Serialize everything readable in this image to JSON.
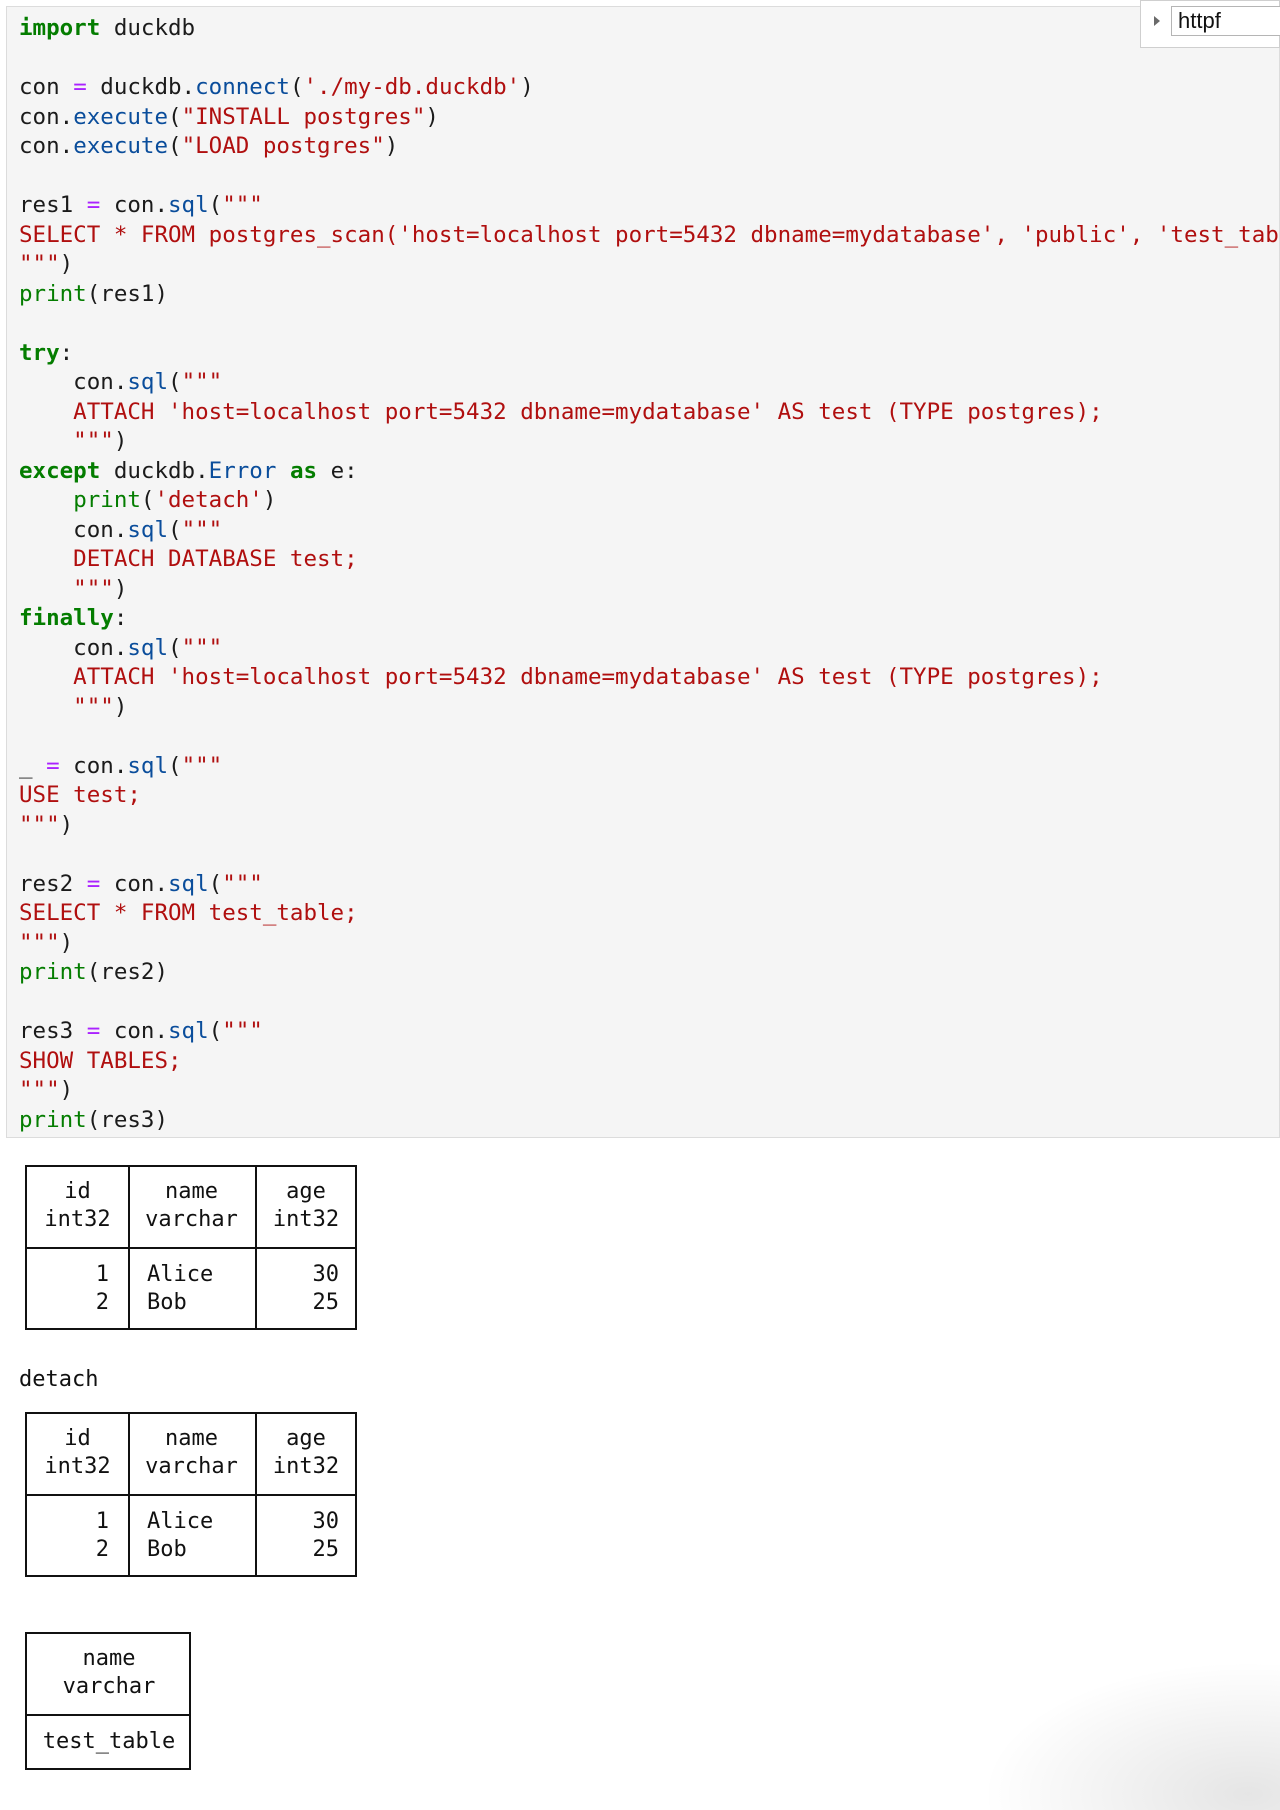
{
  "kernel_selector": {
    "value": "httpf"
  },
  "code_lines": [
    [
      {
        "t": "import",
        "c": "kw"
      },
      {
        "t": " duckdb"
      }
    ],
    [],
    [
      {
        "t": "con "
      },
      {
        "t": "=",
        "c": "op"
      },
      {
        "t": " duckdb."
      },
      {
        "t": "connect",
        "c": "fn"
      },
      {
        "t": "("
      },
      {
        "t": "'./my-db.duckdb'",
        "c": "st"
      },
      {
        "t": ")"
      }
    ],
    [
      {
        "t": "con."
      },
      {
        "t": "execute",
        "c": "fn"
      },
      {
        "t": "("
      },
      {
        "t": "\"INSTALL postgres\"",
        "c": "st"
      },
      {
        "t": ")"
      }
    ],
    [
      {
        "t": "con."
      },
      {
        "t": "execute",
        "c": "fn"
      },
      {
        "t": "("
      },
      {
        "t": "\"LOAD postgres\"",
        "c": "st"
      },
      {
        "t": ")"
      }
    ],
    [],
    [
      {
        "t": "res1 "
      },
      {
        "t": "=",
        "c": "op"
      },
      {
        "t": " con."
      },
      {
        "t": "sql",
        "c": "fn"
      },
      {
        "t": "("
      },
      {
        "t": "\"\"\"",
        "c": "st"
      }
    ],
    [
      {
        "t": "SELECT * FROM postgres_scan('host=localhost port=5432 dbname=mydatabase', 'public', 'test_table');",
        "c": "st"
      }
    ],
    [
      {
        "t": "\"\"\"",
        "c": "st"
      },
      {
        "t": ")"
      }
    ],
    [
      {
        "t": "print",
        "c": "bi"
      },
      {
        "t": "(res1)"
      }
    ],
    [],
    [
      {
        "t": "try",
        "c": "kw"
      },
      {
        "t": ":"
      }
    ],
    [
      {
        "t": "    con."
      },
      {
        "t": "sql",
        "c": "fn"
      },
      {
        "t": "("
      },
      {
        "t": "\"\"\"",
        "c": "st"
      }
    ],
    [
      {
        "t": "    ATTACH 'host=localhost port=5432 dbname=mydatabase' AS test (TYPE postgres);",
        "c": "st"
      }
    ],
    [
      {
        "t": "    \"\"\"",
        "c": "st"
      },
      {
        "t": ")"
      }
    ],
    [
      {
        "t": "except",
        "c": "kw"
      },
      {
        "t": " duckdb."
      },
      {
        "t": "Error",
        "c": "fn"
      },
      {
        "t": " "
      },
      {
        "t": "as",
        "c": "kw"
      },
      {
        "t": " e:"
      }
    ],
    [
      {
        "t": "    "
      },
      {
        "t": "print",
        "c": "bi"
      },
      {
        "t": "("
      },
      {
        "t": "'detach'",
        "c": "st"
      },
      {
        "t": ")"
      }
    ],
    [
      {
        "t": "    con."
      },
      {
        "t": "sql",
        "c": "fn"
      },
      {
        "t": "("
      },
      {
        "t": "\"\"\"",
        "c": "st"
      }
    ],
    [
      {
        "t": "    DETACH DATABASE test;",
        "c": "st"
      }
    ],
    [
      {
        "t": "    \"\"\"",
        "c": "st"
      },
      {
        "t": ")"
      }
    ],
    [
      {
        "t": "finally",
        "c": "kw"
      },
      {
        "t": ":"
      }
    ],
    [
      {
        "t": "    con."
      },
      {
        "t": "sql",
        "c": "fn"
      },
      {
        "t": "("
      },
      {
        "t": "\"\"\"",
        "c": "st"
      }
    ],
    [
      {
        "t": "    ATTACH 'host=localhost port=5432 dbname=mydatabase' AS test (TYPE postgres);",
        "c": "st"
      }
    ],
    [
      {
        "t": "    \"\"\"",
        "c": "st"
      },
      {
        "t": ")"
      }
    ],
    [],
    [
      {
        "t": "_ "
      },
      {
        "t": "=",
        "c": "op"
      },
      {
        "t": " con."
      },
      {
        "t": "sql",
        "c": "fn"
      },
      {
        "t": "("
      },
      {
        "t": "\"\"\"",
        "c": "st"
      }
    ],
    [
      {
        "t": "USE test;",
        "c": "st"
      }
    ],
    [
      {
        "t": "\"\"\"",
        "c": "st"
      },
      {
        "t": ")"
      }
    ],
    [],
    [
      {
        "t": "res2 "
      },
      {
        "t": "=",
        "c": "op"
      },
      {
        "t": " con."
      },
      {
        "t": "sql",
        "c": "fn"
      },
      {
        "t": "("
      },
      {
        "t": "\"\"\"",
        "c": "st"
      }
    ],
    [
      {
        "t": "SELECT * FROM test_table;",
        "c": "st"
      }
    ],
    [
      {
        "t": "\"\"\"",
        "c": "st"
      },
      {
        "t": ")"
      }
    ],
    [
      {
        "t": "print",
        "c": "bi"
      },
      {
        "t": "(res2)"
      }
    ],
    [],
    [
      {
        "t": "res3 "
      },
      {
        "t": "=",
        "c": "op"
      },
      {
        "t": " con."
      },
      {
        "t": "sql",
        "c": "fn"
      },
      {
        "t": "("
      },
      {
        "t": "\"\"\"",
        "c": "st"
      }
    ],
    [
      {
        "t": "SHOW TABLES;",
        "c": "st"
      }
    ],
    [
      {
        "t": "\"\"\"",
        "c": "st"
      },
      {
        "t": ")"
      }
    ],
    [
      {
        "t": "print",
        "c": "bi"
      },
      {
        "t": "(res3)"
      }
    ]
  ],
  "output": {
    "table1": {
      "columns": [
        {
          "name": "id",
          "type": "int32"
        },
        {
          "name": "name",
          "type": "varchar"
        },
        {
          "name": "age",
          "type": "int32"
        }
      ],
      "rows": [
        [
          "1",
          "Alice",
          "30"
        ],
        [
          "2",
          "Bob",
          "25"
        ]
      ]
    },
    "detach_text": "detach",
    "table2": {
      "columns": [
        {
          "name": "id",
          "type": "int32"
        },
        {
          "name": "name",
          "type": "varchar"
        },
        {
          "name": "age",
          "type": "int32"
        }
      ],
      "rows": [
        [
          "1",
          "Alice",
          "30"
        ],
        [
          "2",
          "Bob",
          "25"
        ]
      ]
    },
    "table3": {
      "columns": [
        {
          "name": "name",
          "type": "varchar"
        }
      ],
      "rows": [
        [
          "test_table"
        ]
      ]
    }
  }
}
